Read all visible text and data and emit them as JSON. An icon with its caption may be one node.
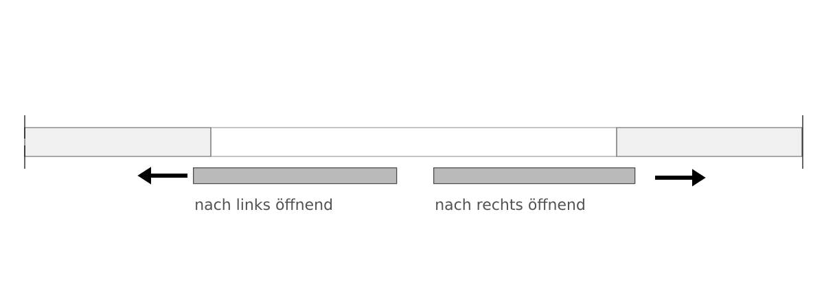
{
  "diagram": {
    "nodes": [
      {
        "text": [],
        "shape": "bar",
        "beside": [
          "nach links öffnend"
        ]
      },
      {
        "text": [],
        "shape": "bar",
        "beside": [
          "nach rechts öffnend"
        ]
      }
    ]
  }
}
